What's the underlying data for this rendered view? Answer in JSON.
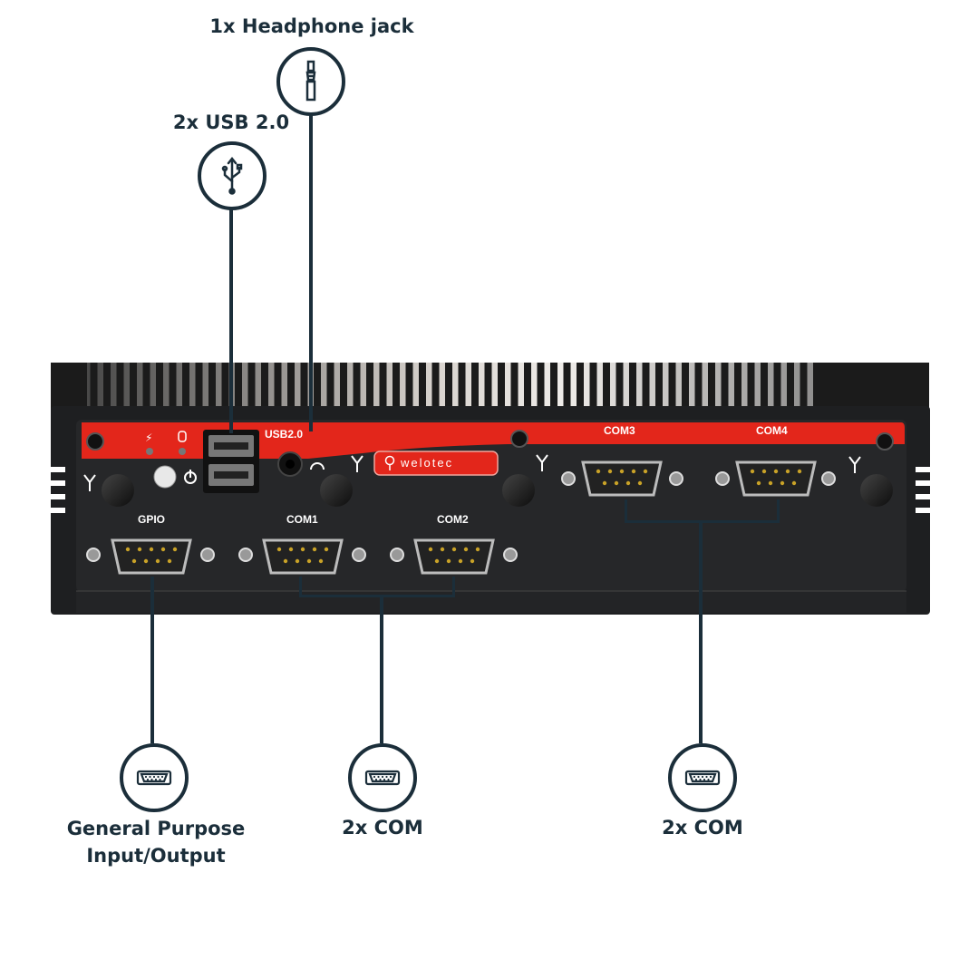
{
  "callouts": {
    "headphone": {
      "label": "1x Headphone jack",
      "icon": "headphone-jack-icon"
    },
    "usb": {
      "label": "2x USB 2.0",
      "icon": "usb-icon"
    },
    "gpio": {
      "label_line1": "General Purpose",
      "label_line2": "Input/Output",
      "icon": "serial-port-icon"
    },
    "com_left": {
      "label": "2x COM",
      "icon": "serial-port-icon"
    },
    "com_right": {
      "label": "2x COM",
      "icon": "serial-port-icon"
    }
  },
  "device": {
    "brand": "welotec",
    "port_labels": {
      "usb": "USB2.0",
      "com3": "COM3",
      "com4": "COM4",
      "gpio": "GPIO",
      "com1": "COM1",
      "com2": "COM2"
    },
    "colors": {
      "accent_red": "#e3261b",
      "body": "#1e1f21",
      "line": "#1b2e3a"
    }
  }
}
